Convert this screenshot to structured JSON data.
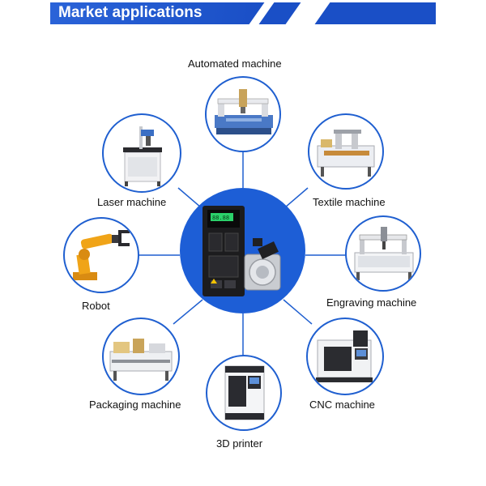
{
  "header": {
    "title": "Market applications"
  },
  "applications": [
    {
      "label": "Automated machine",
      "icon": "cnc-router-icon"
    },
    {
      "label": "Laser machine",
      "icon": "laser-marking-icon"
    },
    {
      "label": "Textile machine",
      "icon": "textile-machine-icon"
    },
    {
      "label": "Robot",
      "icon": "robot-arm-icon"
    },
    {
      "label": "Engraving machine",
      "icon": "engraving-machine-icon"
    },
    {
      "label": "Packaging machine",
      "icon": "packaging-machine-icon"
    },
    {
      "label": "CNC machine",
      "icon": "cnc-machine-icon"
    },
    {
      "label": "3D printer",
      "icon": "printer-3d-icon"
    }
  ],
  "center": {
    "icon": "servo-drive-motor-icon"
  },
  "colors": {
    "accent": "#1f5fd0",
    "banner": "#1a4fc6",
    "center_fill": "#1d5ed6"
  }
}
